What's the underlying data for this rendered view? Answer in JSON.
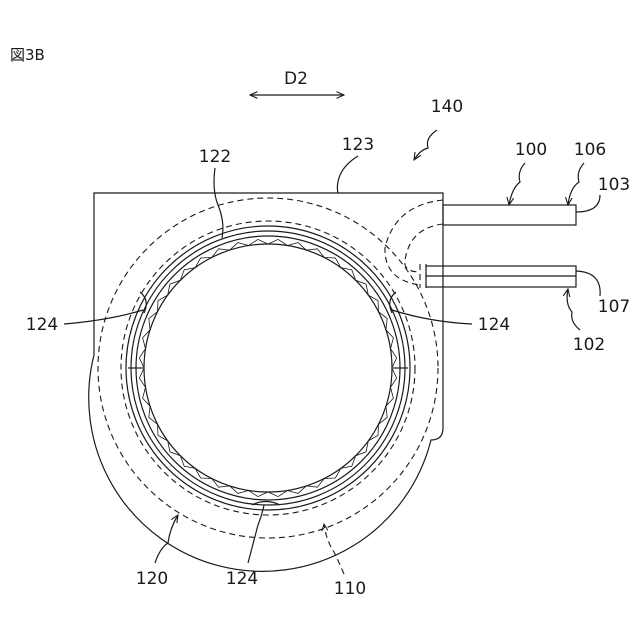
{
  "figure": {
    "title": "図3B",
    "direction_label": "D2",
    "labels": {
      "l140": "140",
      "l123": "123",
      "l122": "122",
      "l100": "100",
      "l106": "106",
      "l103": "103",
      "l124_left": "124",
      "l124_right": "124",
      "l124_bottom": "124",
      "l107": "107",
      "l102": "102",
      "l120": "120",
      "l110": "110"
    }
  }
}
